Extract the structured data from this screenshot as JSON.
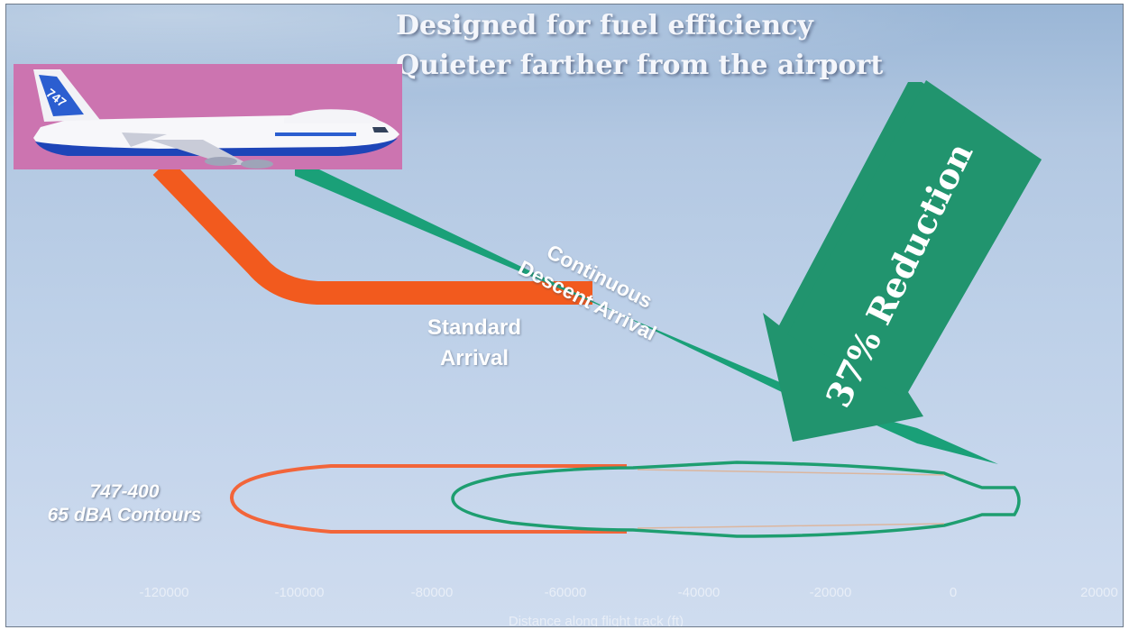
{
  "title_line1": "Designed for fuel efficiency",
  "title_line2": "Quieter farther from the airport",
  "labels": {
    "standard_arrival": "Standard\nArrival",
    "cda": "Continuous\nDescent Arrival",
    "reduction": "37% Reduction",
    "contours": "747-400\n65 dBA Contours"
  },
  "x_axis": {
    "ticks": [
      "-120000",
      "-100000",
      "-80000",
      "-60000",
      "-40000",
      "-20000",
      "0",
      "20000"
    ],
    "title": "Distance along flight track (ft)"
  },
  "colors": {
    "standard": "#f25a1e",
    "cda": "#1aa078",
    "arrow": "#21946e",
    "plane_background": "#cc74b0"
  },
  "illustration": {
    "aircraft": "Boeing 747-400 illustration",
    "tail_logo": "747"
  }
}
